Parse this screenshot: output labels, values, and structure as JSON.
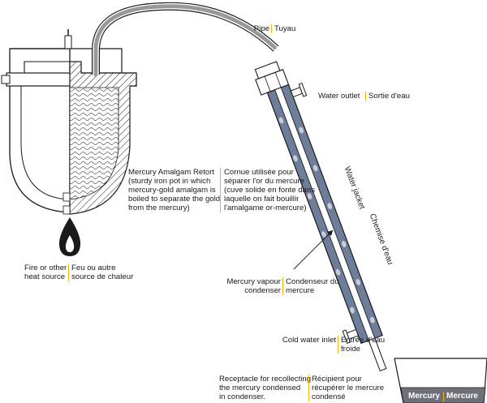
{
  "labels": {
    "pipe": {
      "en": "Pipe",
      "fr": "Tuyau"
    },
    "water_outlet": {
      "en": "Water outlet",
      "fr": "Sortie d'eau"
    },
    "retort": {
      "en": [
        "Mercury Amalgam Retort",
        "(sturdy iron pot in which",
        "mercury-gold amalgam is",
        "boiled to separate the gold",
        "from the mercury)"
      ],
      "fr": [
        "Cornue utilisée pour",
        "séparer l'or du mercure",
        "(cuve solide en fonte dans",
        "laquelle on fait bouillir",
        "l'amalgame or-mercure)"
      ]
    },
    "water_jacket": {
      "en": "Water jacket",
      "fr": "Chemise d'eau"
    },
    "fire": {
      "en": [
        "Fire or other",
        "heat source"
      ],
      "fr": [
        "Feu ou autre",
        "source de chaleur"
      ]
    },
    "condenser": {
      "en": [
        "Mercury vapour",
        "condenser"
      ],
      "fr": [
        "Condenseur du",
        "mercure"
      ]
    },
    "cold_water_inlet": {
      "en": "Cold water inlet",
      "fr": [
        "Entrée d'eau",
        "froide"
      ]
    },
    "receptacle": {
      "en": [
        "Receptacle for recollecting",
        "the mercury condensed",
        "in condenser."
      ],
      "fr": [
        "Récipient pour",
        "récupérer le mercure",
        "condensé"
      ]
    },
    "mercury": {
      "en": "Mercury",
      "fr": "Mercure"
    }
  },
  "colors": {
    "line": "#1a1a1a",
    "separator": "#f2b705",
    "condenser_fill": "#6e7d99",
    "bubble": "#c8cdd6",
    "mercury_pool": "#6d7078",
    "retort_fill": "#ffffff"
  },
  "icons": [
    "flame-icon",
    "arrow-icon"
  ]
}
